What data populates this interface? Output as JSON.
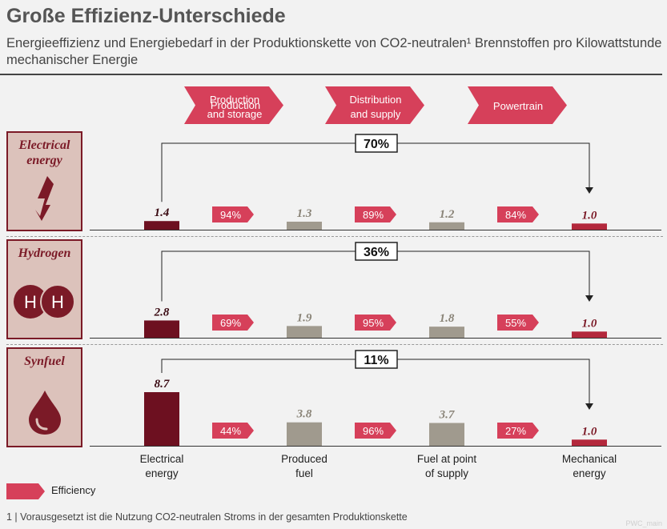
{
  "title": "Große Effizienz-Unterschiede",
  "subtitle": "Energieeffizienz und Energiebedarf in der Produktionskette von CO2-neutralen¹ Brennstoffen pro Kilowattstunde mechanischer Energie",
  "stages": [
    {
      "line1": "Production",
      "line2": "and storage"
    },
    {
      "line1": "Distribution",
      "line2": "and supply"
    },
    {
      "line1": "Powertrain",
      "line2": ""
    }
  ],
  "colors": {
    "dark": "#6d1020",
    "gray": "#a09a8e",
    "red": "#d6405a",
    "end": "#b3283c",
    "box": "#dcc2bb"
  },
  "rows": [
    {
      "label_1": "Electrical",
      "label_2": "energy",
      "icon": "lightning-icon"
    },
    {
      "label_1": "Hydrogen",
      "label_2": "",
      "icon": "hydrogen-molecule-icon"
    },
    {
      "label_1": "Synfuel",
      "label_2": "",
      "icon": "drop-icon"
    }
  ],
  "xlabels": [
    {
      "line1": "Electrical",
      "line2": "energy"
    },
    {
      "line1": "Produced",
      "line2": "fuel"
    },
    {
      "line1": "Fuel at point",
      "line2": "of supply"
    },
    {
      "line1": "Mechanical",
      "line2": "energy"
    }
  ],
  "legend": {
    "label": "Efficiency"
  },
  "footnote": "1 | Vorausgesetzt ist die Nutzung CO2-neutralen Stroms in der gesamten Produktionskette",
  "watermark": "PWC_main",
  "chart_data": {
    "type": "bar",
    "categories": [
      "Electrical energy",
      "Produced fuel",
      "Fuel at point of supply",
      "Mechanical energy"
    ],
    "series": [
      {
        "name": "Electrical energy",
        "values": [
          1.4,
          1.3,
          1.2,
          1.0
        ],
        "efficiencies": [
          "94%",
          "89%",
          "84%"
        ],
        "overall": "70%"
      },
      {
        "name": "Hydrogen",
        "values": [
          2.8,
          1.9,
          1.8,
          1.0
        ],
        "efficiencies": [
          "69%",
          "95%",
          "55%"
        ],
        "overall": "36%"
      },
      {
        "name": "Synfuel",
        "values": [
          8.7,
          3.8,
          3.7,
          1.0
        ],
        "efficiencies": [
          "44%",
          "96%",
          "27%"
        ],
        "overall": "11%"
      }
    ]
  }
}
